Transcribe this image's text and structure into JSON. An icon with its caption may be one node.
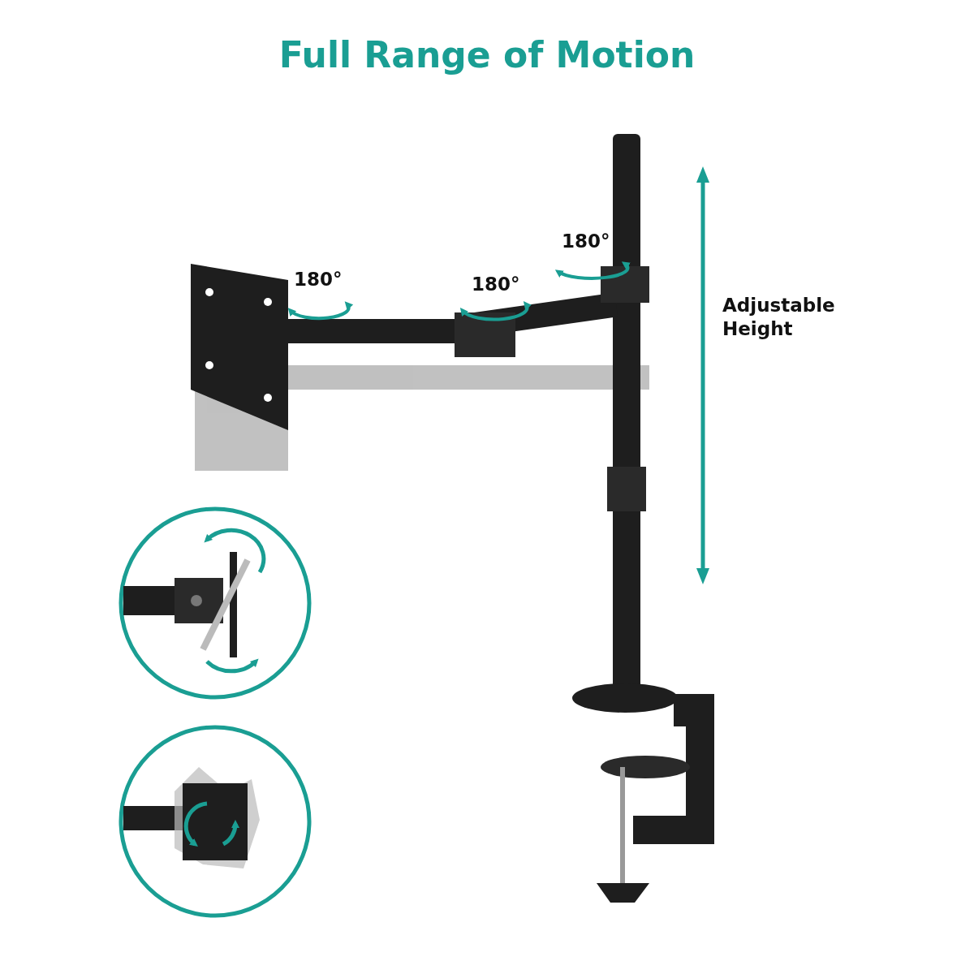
{
  "diagram": {
    "title": "Full Range of Motion",
    "labels": [
      "180°",
      "180°",
      "180°",
      "Adjustable Height"
    ]
  }
}
